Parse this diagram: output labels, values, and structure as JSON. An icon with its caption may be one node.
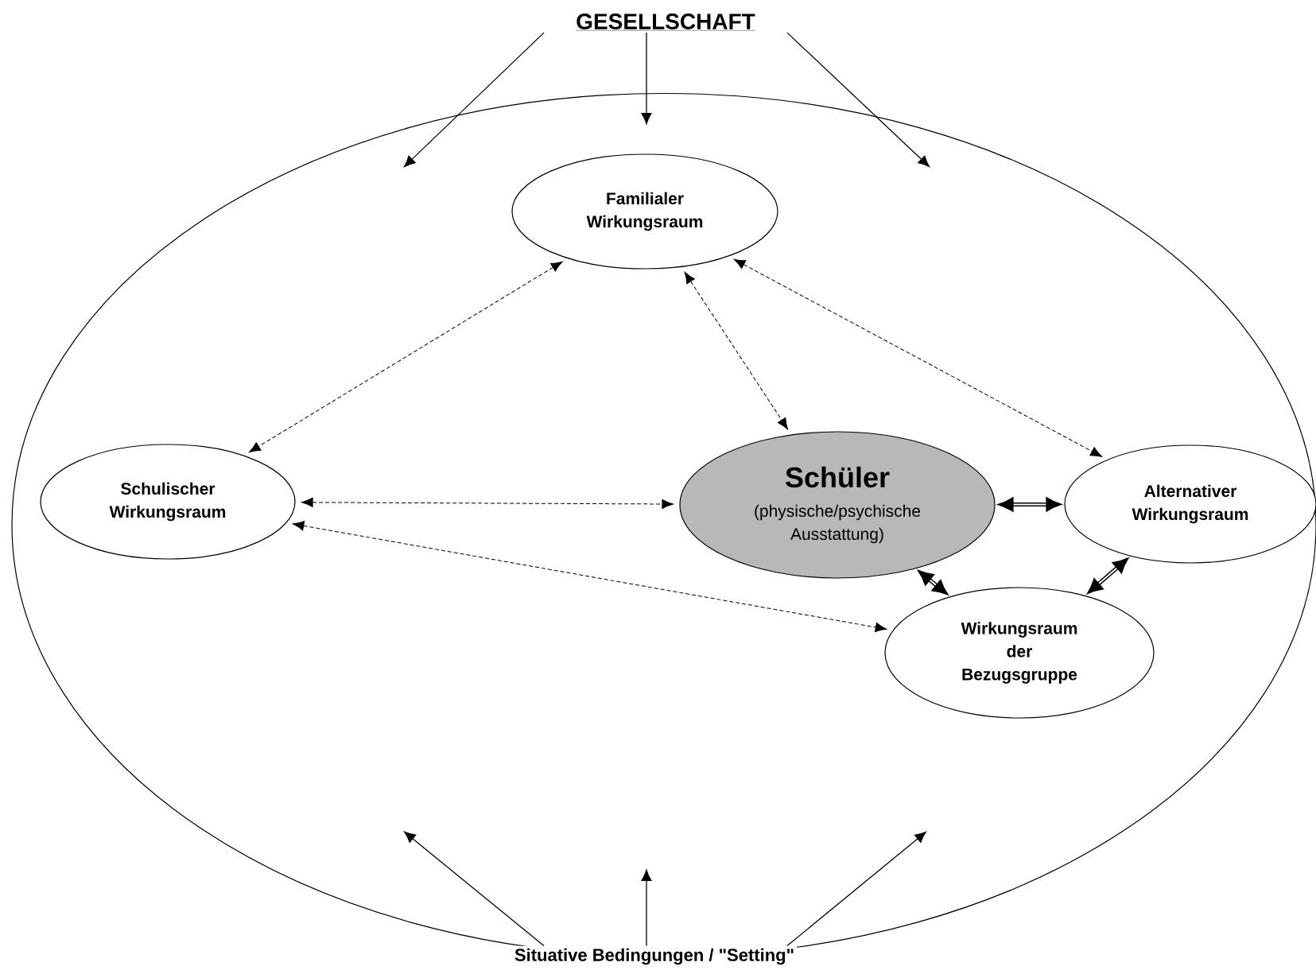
{
  "diagram": {
    "nodes": [
      {
        "text": [
          "GESELLSCHAFT"
        ]
      },
      {
        "text": [],
        "shape": "ellipse"
      },
      {
        "text": [
          "Familialer Wirkungsraum"
        ],
        "in": 1
      },
      {
        "text": [
          "Schulischer Wirkungsraum"
        ],
        "in": 1
      },
      {
        "text": [
          "Schüler",
          "(physische/psychische Ausstattung)"
        ],
        "in": 1
      },
      {
        "text": [
          "Alternativer Wirkungsraum"
        ],
        "in": 1
      },
      {
        "text": [
          "Wirkungsraum der Bezugsgruppe"
        ],
        "in": 1
      },
      {
        "text": [
          "Situative Bedingungen / \"Setting\""
        ]
      }
    ],
    "edges": [
      {
        "from": 0,
        "to": null,
        "arrow": "to"
      },
      {
        "from": 0,
        "to": null,
        "arrow": "to"
      },
      {
        "from": 0,
        "to": null,
        "arrow": "to"
      },
      {
        "from": 2,
        "to": 3,
        "arrow": "both",
        "style": "dashed"
      },
      {
        "from": 2,
        "to": 4,
        "arrow": "both",
        "style": "dashed"
      },
      {
        "from": 2,
        "to": 5,
        "arrow": "both",
        "style": "dashed"
      },
      {
        "from": 3,
        "to": 4,
        "arrow": "both",
        "style": "dashed"
      },
      {
        "from": 3,
        "to": 6,
        "arrow": "both",
        "style": "dashed"
      },
      {
        "from": 4,
        "to": 5,
        "arrow": "both",
        "style": "thick"
      },
      {
        "from": 4,
        "to": 6,
        "arrow": "both",
        "style": "thick"
      },
      {
        "from": 5,
        "to": 6,
        "arrow": "both",
        "style": "thick"
      },
      {
        "from": 7,
        "to": null,
        "arrow": "to"
      },
      {
        "from": 7,
        "to": null,
        "arrow": "to"
      },
      {
        "from": 7,
        "to": null,
        "arrow": "to"
      }
    ]
  }
}
